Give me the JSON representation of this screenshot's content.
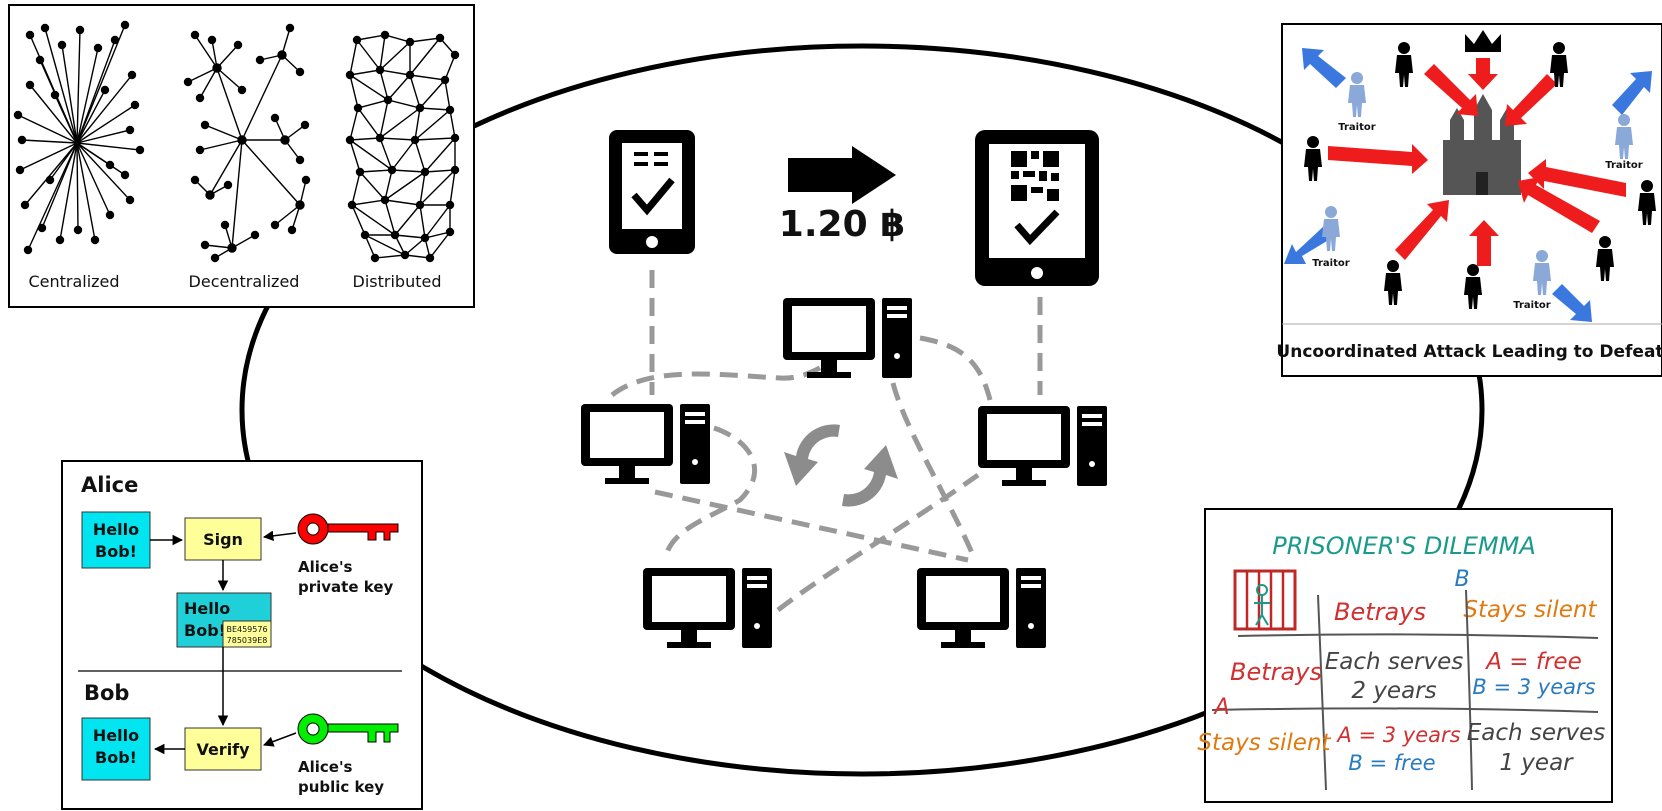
{
  "network_panel": {
    "labels": [
      "Centralized",
      "Decentralized",
      "Distributed"
    ]
  },
  "center": {
    "amount": "1.20 ฿"
  },
  "signature_panel": {
    "alice_title": "Alice",
    "bob_title": "Bob",
    "message": "Hello Bob!",
    "message_line1": "Hello",
    "message_line2": "Bob!",
    "sign_label": "Sign",
    "verify_label": "Verify",
    "signature_line1": "BE459576",
    "signature_line2": "785039E8",
    "private_key_line1": "Alice's",
    "private_key_line2": "private key",
    "public_key_line1": "Alice's",
    "public_key_line2": "public key"
  },
  "byzantine_panel": {
    "caption": "Uncoordinated Attack Leading to Defeat",
    "traitor_label": "Traitor"
  },
  "prisoners_panel": {
    "title": "PRISONER'S DILEMMA",
    "player_b": "B",
    "player_a": "A",
    "col_betrays": "Betrays",
    "col_silent": "Stays silent",
    "row_betrays": "Betrays",
    "row_silent": "Stays silent",
    "cell_bb_1": "Each serves",
    "cell_bb_2": "2 years",
    "cell_bs_1": "A = free",
    "cell_bs_2": "B = 3 years",
    "cell_sb_1": "A = 3 years",
    "cell_sb_2": "B = free",
    "cell_ss_1": "Each serves",
    "cell_ss_2": "1 year"
  },
  "colors": {
    "dashed_link": "#999999",
    "red_key": "#ff0000",
    "green_key": "#00ee00",
    "cyan_box": "#00e5f0",
    "yellow_box": "#ffff99",
    "red_arrow": "#ee1c1c",
    "blue_arrow": "#3a78e0",
    "pd_teal": "#1a9a8a",
    "pd_red": "#d03030",
    "pd_orange": "#e07a10",
    "pd_blue": "#2a7ac0"
  }
}
